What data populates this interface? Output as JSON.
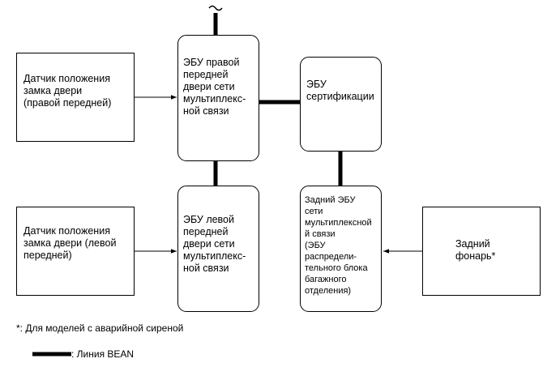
{
  "blocks": {
    "sensor_right": "Датчик положения\nзамка двери\n(правой передней)",
    "ecu_right": "ЭБУ правой\nпередней\nдвери сети\nмультиплекс-\nной связи",
    "ecu_cert": "ЭБУ\nсертификации",
    "sensor_left": "Датчик положения\nзамка двери (левой\nпередней)",
    "ecu_left": "ЭБУ левой\nпередней\nдвери сети\nмультиплекс-\nной связи",
    "ecu_rear": "Задний ЭБУ\nсети\nмультиплексной\nй связи\n(ЭБУ\nраспредели-\nтельного блока\nбагажного\nотделения)",
    "rear_lamp": "Задний\nфонарь*"
  },
  "footnote": "*: Для моделей с аварийной сиреной",
  "legend": {
    "bean_line": ": Линия BEAN"
  },
  "colors": {
    "line": "#000000",
    "background": "#ffffff"
  }
}
